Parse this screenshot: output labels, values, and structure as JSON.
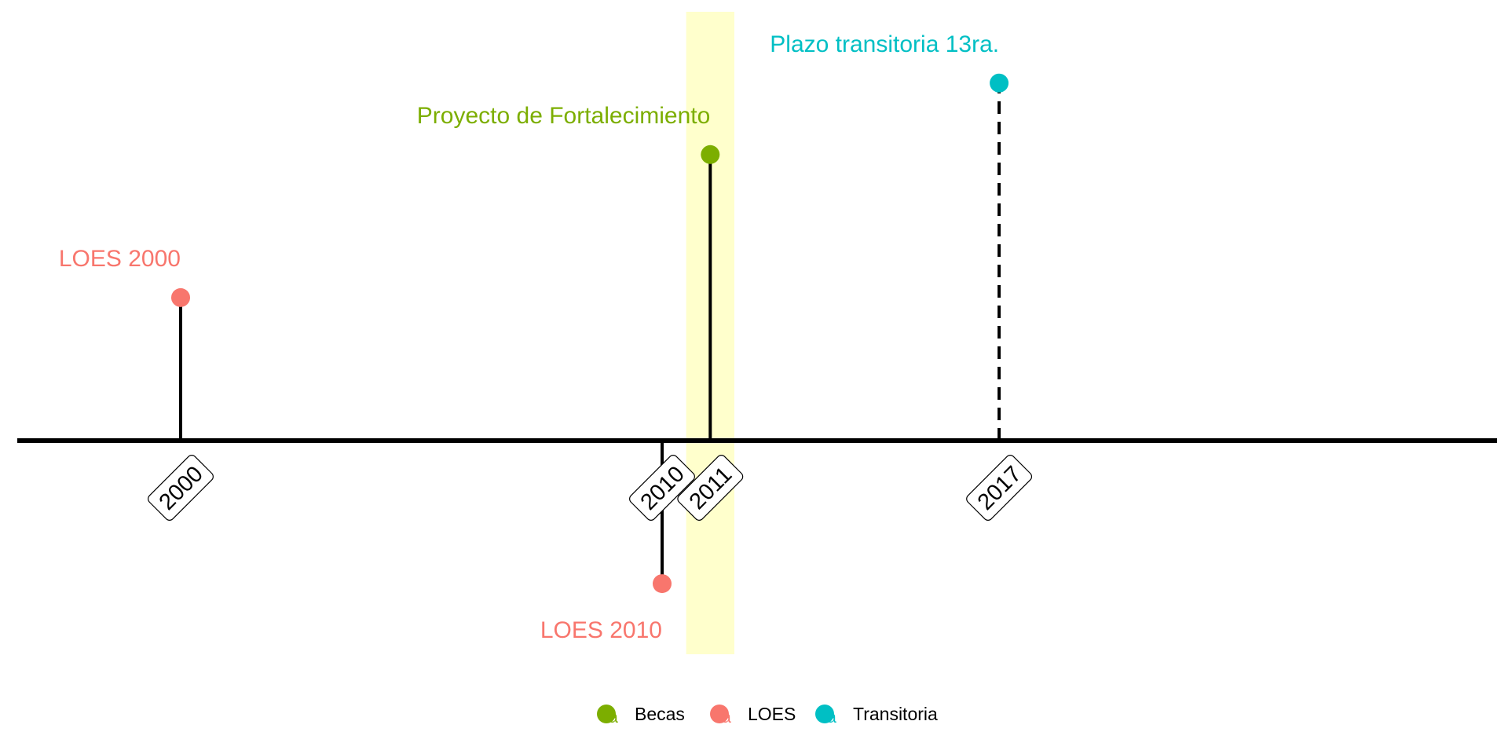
{
  "chart_data": {
    "type": "timeline",
    "title": "",
    "xlabel": "",
    "ylabel": "",
    "xlim": [
      1998,
      2027.5
    ],
    "ylim": [
      -3,
      7.5
    ],
    "highlight_band": {
      "from": 2010.5,
      "to": 2011.5,
      "color": "#ffffcc"
    },
    "events": [
      {
        "year": 2000,
        "label": "LOES 2000",
        "category": "LOES",
        "height": 3,
        "line_style": "solid"
      },
      {
        "year": 2010,
        "label": "LOES 2010",
        "category": "LOES",
        "height": -3,
        "line_style": "solid"
      },
      {
        "year": 2011,
        "label": "Proyecto de Fortalecimiento",
        "category": "Becas",
        "height": 6,
        "line_style": "solid"
      },
      {
        "year": 2017,
        "label": "Plazo transitoria 13ra.",
        "category": "Transitoria",
        "height": 7.5,
        "line_style": "dashed"
      }
    ],
    "year_ticks": [
      "2000",
      "2010",
      "2011",
      "2017"
    ],
    "legend": {
      "position": "bottom",
      "entries": [
        {
          "name": "Becas",
          "color": "#7cae00"
        },
        {
          "name": "LOES",
          "color": "#f8766d"
        },
        {
          "name": "Transitoria",
          "color": "#00bfc4"
        }
      ]
    },
    "grid": false
  }
}
